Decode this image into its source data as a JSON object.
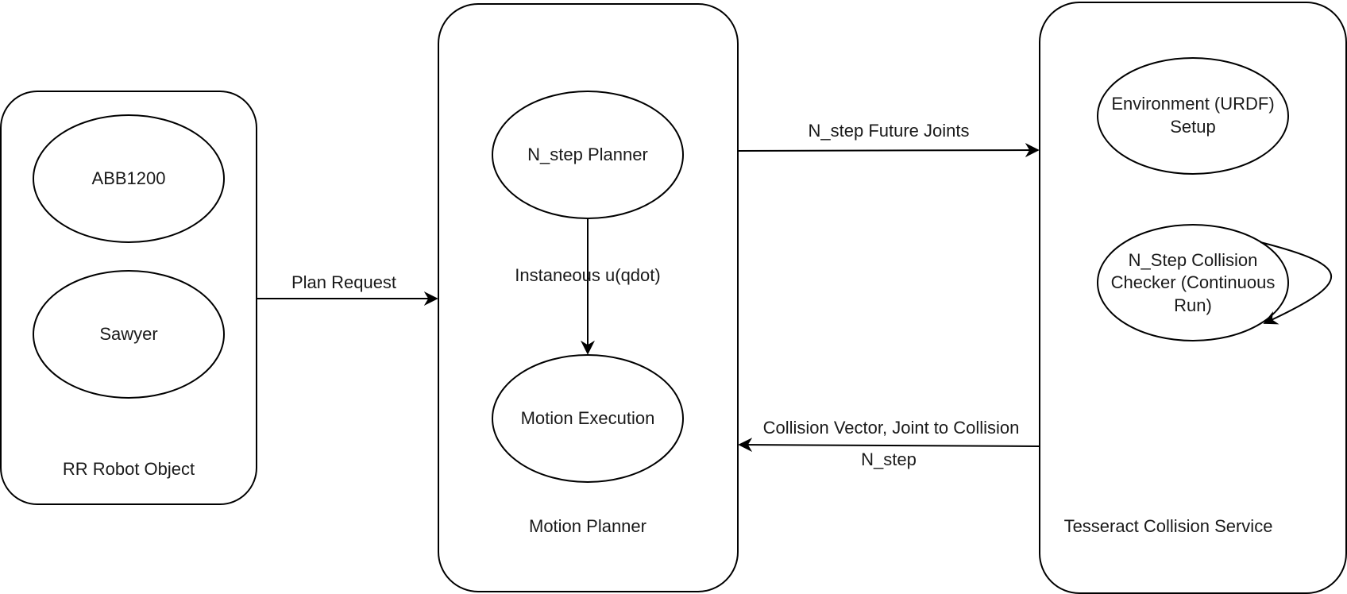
{
  "containers": {
    "robot": {
      "label": "RR Robot Object"
    },
    "planner": {
      "label": "Motion Planner"
    },
    "collision": {
      "label": "Tesseract Collision Service"
    }
  },
  "nodes": {
    "abb": {
      "label": "ABB1200"
    },
    "sawyer": {
      "label": "Sawyer"
    },
    "nstep_planner": {
      "label": "N_step Planner"
    },
    "motion_exec": {
      "label": "Motion Execution"
    },
    "environment": {
      "lines": [
        "Environment (URDF)",
        "Setup"
      ]
    },
    "collision_checker": {
      "lines": [
        "N_Step Collision",
        "Checker (Continuous",
        "Run)"
      ]
    }
  },
  "edges": {
    "plan_request": {
      "label": "Plan Request"
    },
    "instaneous": {
      "label": "Instaneous u(qdot)"
    },
    "future_joints": {
      "label": "N_step Future Joints"
    },
    "collision_vector": {
      "lines": [
        "Collision Vector, Joint to Collision",
        "N_step"
      ]
    }
  }
}
